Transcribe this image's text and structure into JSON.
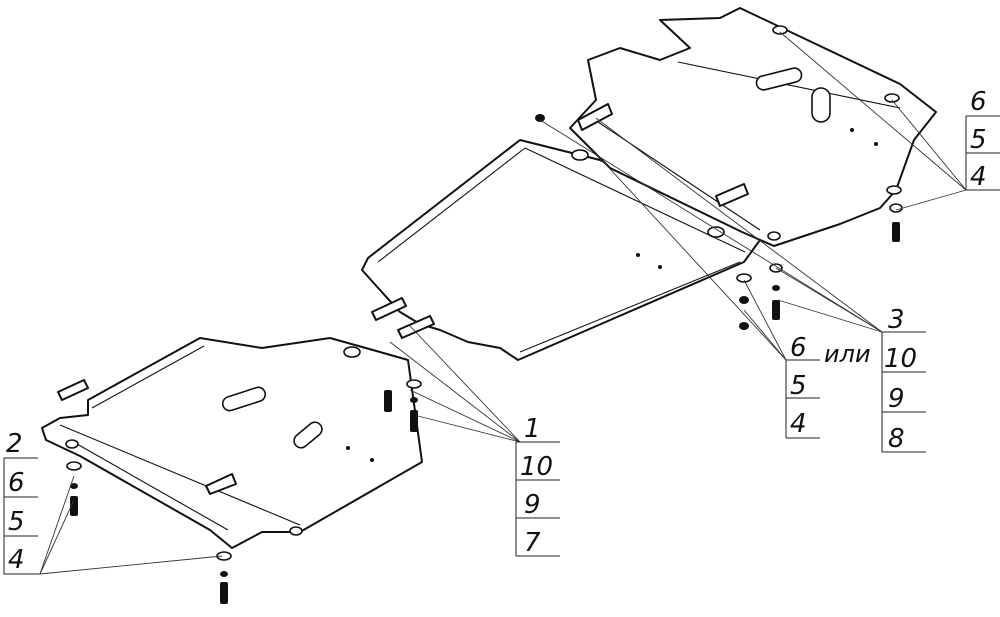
{
  "callouts": {
    "left": [
      "2",
      "6",
      "5",
      "4"
    ],
    "middle": [
      "1",
      "10",
      "9",
      "7"
    ],
    "center": [
      "6",
      "5",
      "4"
    ],
    "or_word": "или",
    "right": [
      "3",
      "10",
      "9",
      "8"
    ],
    "top_right": [
      "6",
      "5",
      "4"
    ]
  }
}
